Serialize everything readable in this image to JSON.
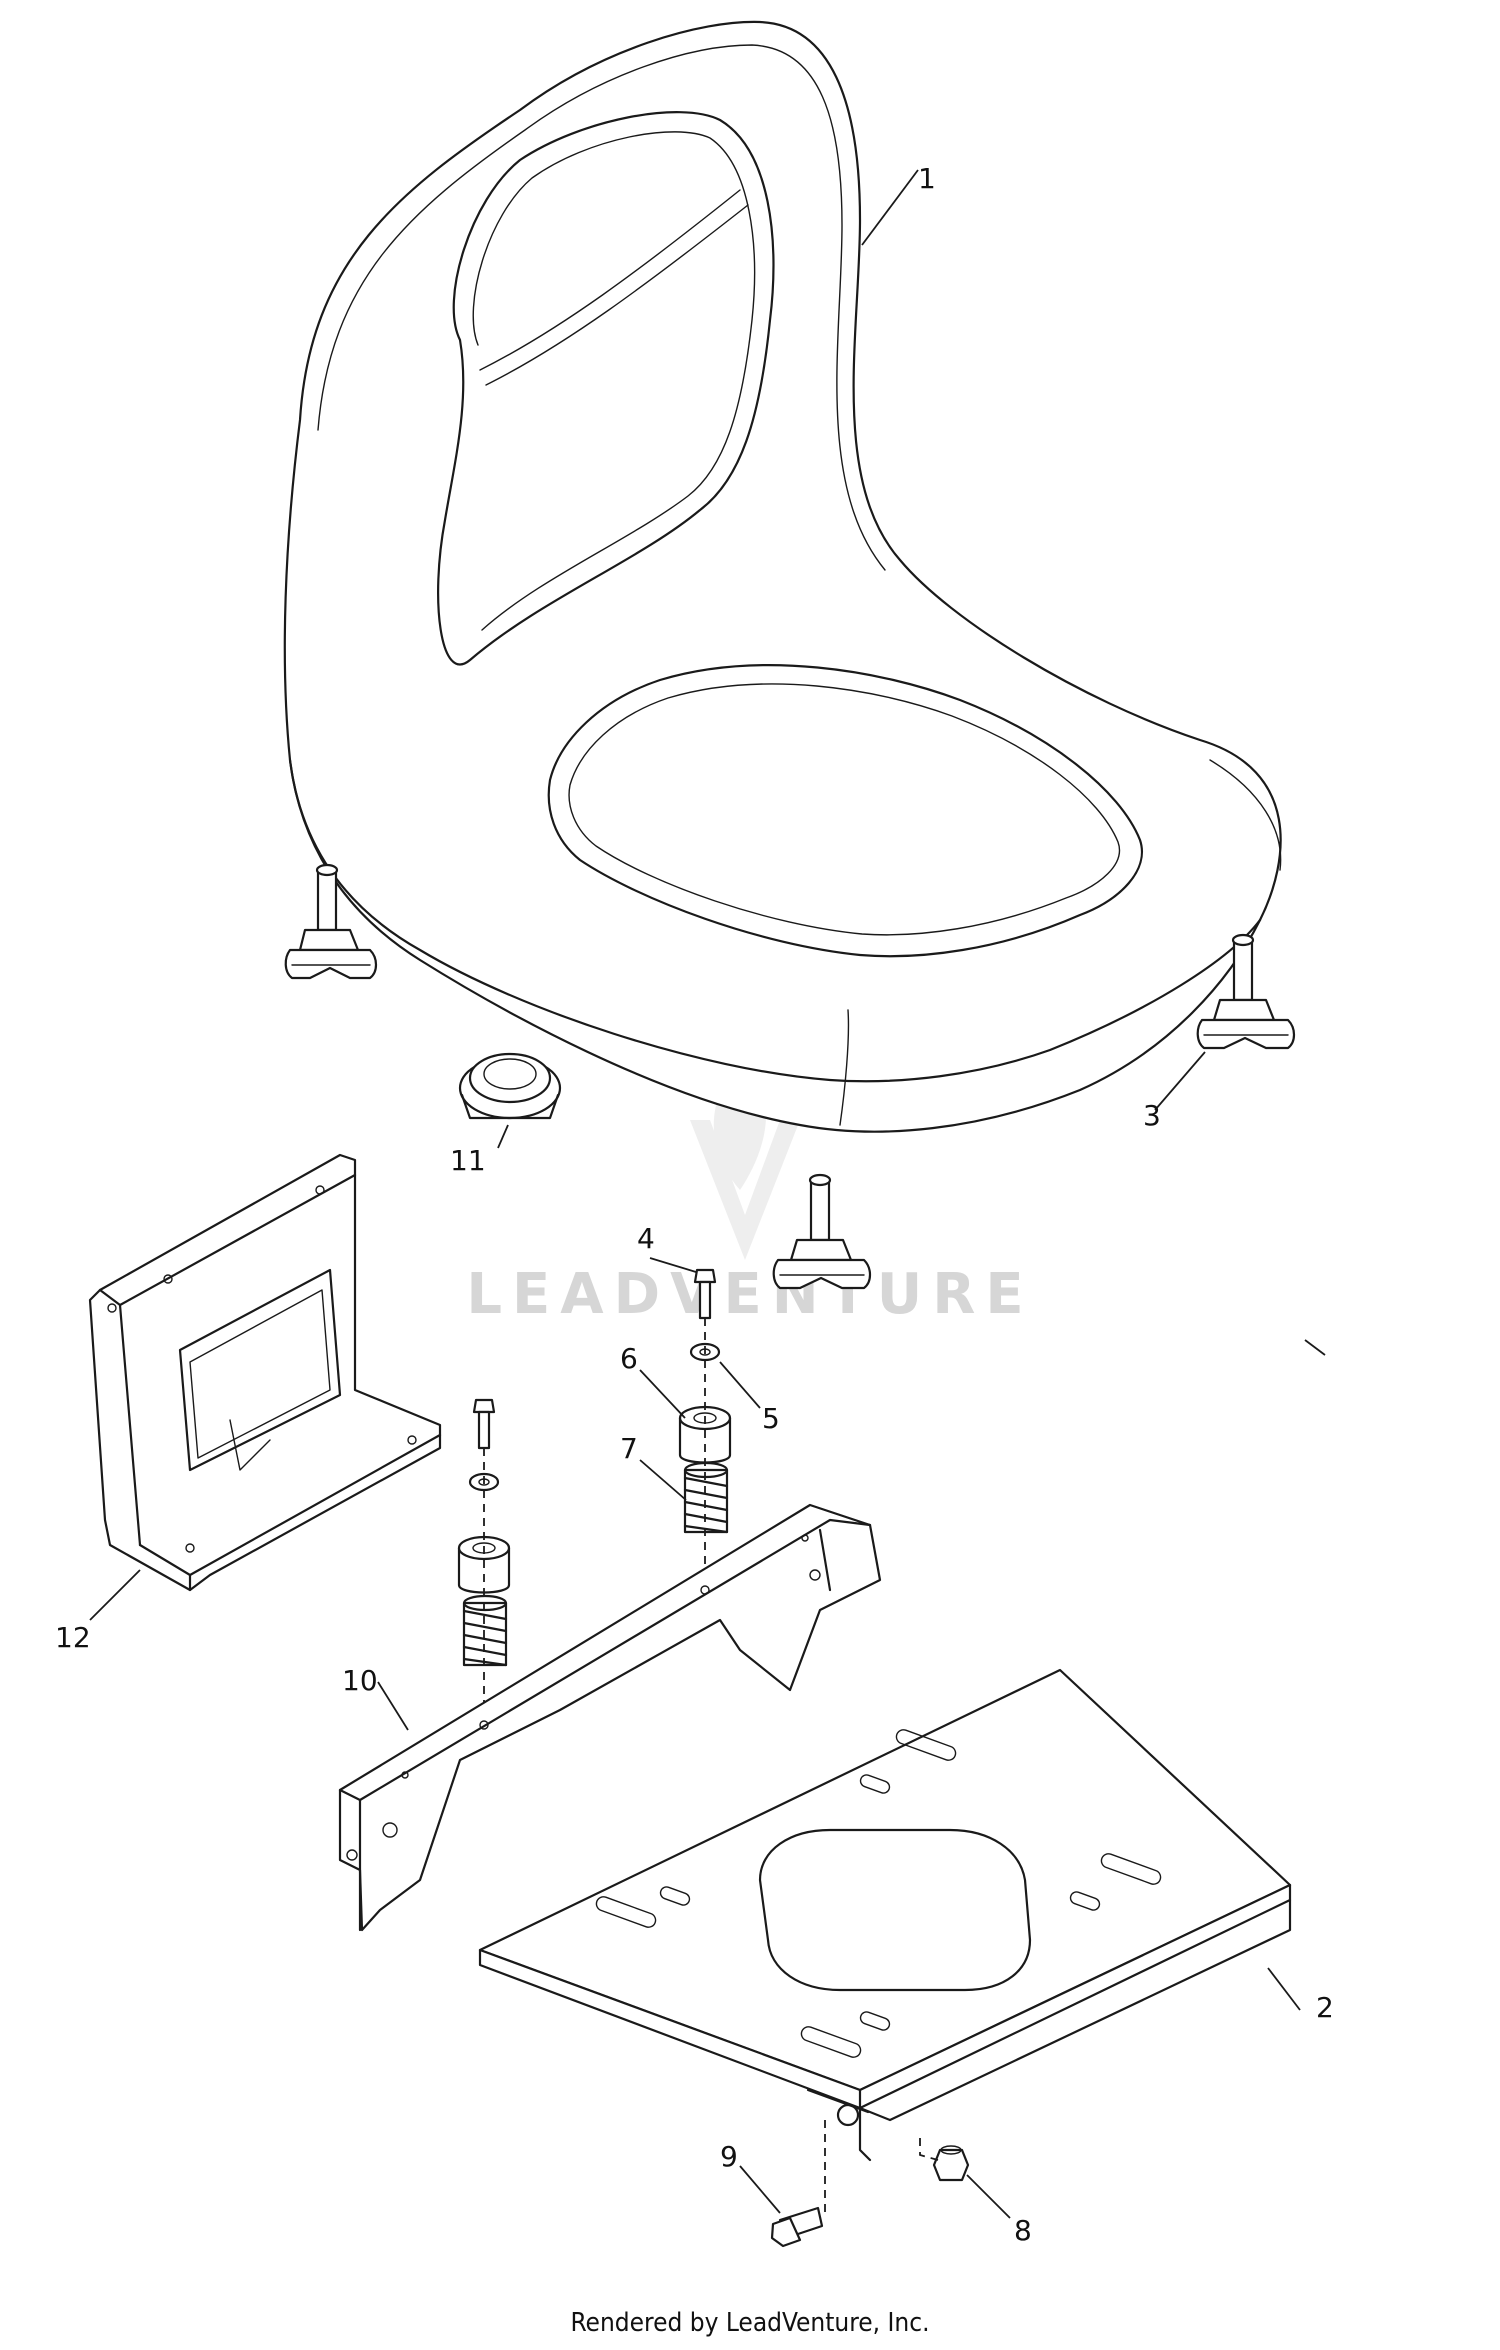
{
  "watermark": {
    "text": "LEADVENTURE"
  },
  "callouts": {
    "c1": "1",
    "c2": "2",
    "c3": "3",
    "c4": "4",
    "c5": "5",
    "c6": "6",
    "c7": "7",
    "c8": "8",
    "c9": "9",
    "c10": "10",
    "c11": "11",
    "c12": "12"
  },
  "footer": {
    "credit": "Rendered by LeadVenture, Inc."
  },
  "colors": {
    "line": "#1a1a1a",
    "watermark": "#d6d6d6",
    "background": "#ffffff"
  }
}
